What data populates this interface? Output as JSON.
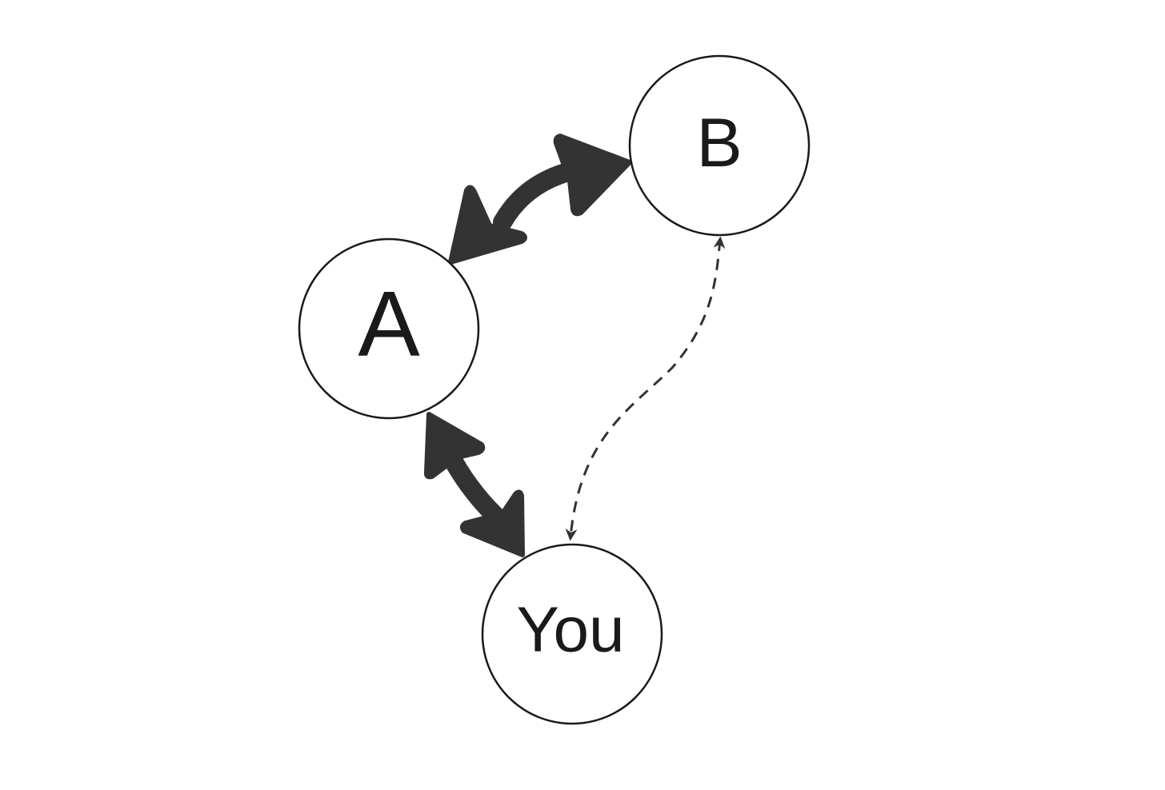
{
  "diagram": {
    "colors": {
      "background": "#ffffff",
      "node_stroke": "#1a1a1a",
      "label": "#1a1a1a",
      "arrow": "#333333"
    },
    "nodes": [
      {
        "id": "B",
        "label": "B"
      },
      {
        "id": "A",
        "label": "A"
      },
      {
        "id": "You",
        "label": "You"
      }
    ],
    "edges": [
      {
        "from": "A",
        "to": "B",
        "style": "thick",
        "direction": "bidirectional"
      },
      {
        "from": "A",
        "to": "You",
        "style": "thick",
        "direction": "bidirectional"
      },
      {
        "from": "B",
        "to": "You",
        "style": "dashed",
        "direction": "bidirectional"
      }
    ]
  }
}
